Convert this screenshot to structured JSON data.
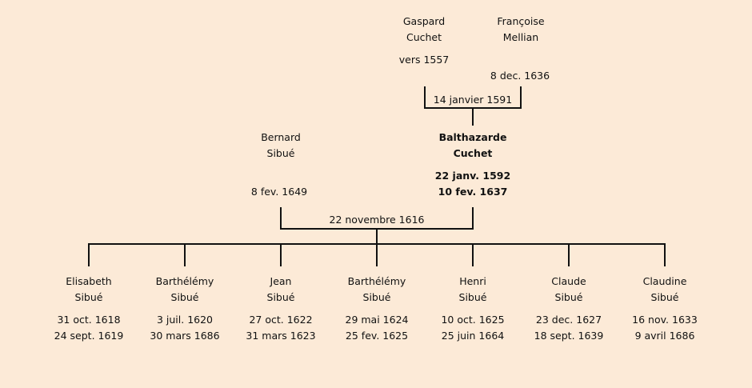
{
  "father_parents": {
    "father": {
      "first": "Gaspard",
      "last": "Cuchet",
      "birth": "vers 1557",
      "death": ""
    },
    "mother": {
      "first": "Françoise",
      "last": "Mellian",
      "birth": "",
      "death": "8 dec. 1636"
    },
    "marriage": "14 janvier 1591"
  },
  "couple": {
    "husband": {
      "first": "Bernard",
      "last": "Sibué",
      "birth": "",
      "death": "8 fev. 1649"
    },
    "wife": {
      "first": "Balthazarde",
      "last": "Cuchet",
      "birth": "22 janv. 1592",
      "death": "10 fev. 1637"
    },
    "marriage": "22 novembre 1616"
  },
  "children": [
    {
      "first": "Elisabeth",
      "last": "Sibué",
      "birth": "31 oct. 1618",
      "death": "24 sept. 1619"
    },
    {
      "first": "Barthélémy",
      "last": "Sibué",
      "birth": "3 juil. 1620",
      "death": "30 mars 1686"
    },
    {
      "first": "Jean",
      "last": "Sibué",
      "birth": "27 oct. 1622",
      "death": "31 mars 1623"
    },
    {
      "first": "Barthélémy",
      "last": "Sibué",
      "birth": "29 mai 1624",
      "death": "25 fev. 1625"
    },
    {
      "first": "Henri",
      "last": "Sibué",
      "birth": "10 oct. 1625",
      "death": "25 juin 1664"
    },
    {
      "first": "Claude",
      "last": "Sibué",
      "birth": "23 dec. 1627",
      "death": "18 sept. 1639"
    },
    {
      "first": "Claudine",
      "last": "Sibué",
      "birth": "16 nov. 1633",
      "death": "9 avril 1686"
    }
  ],
  "colors": {
    "background": "#fcead7",
    "line": "#111111"
  }
}
